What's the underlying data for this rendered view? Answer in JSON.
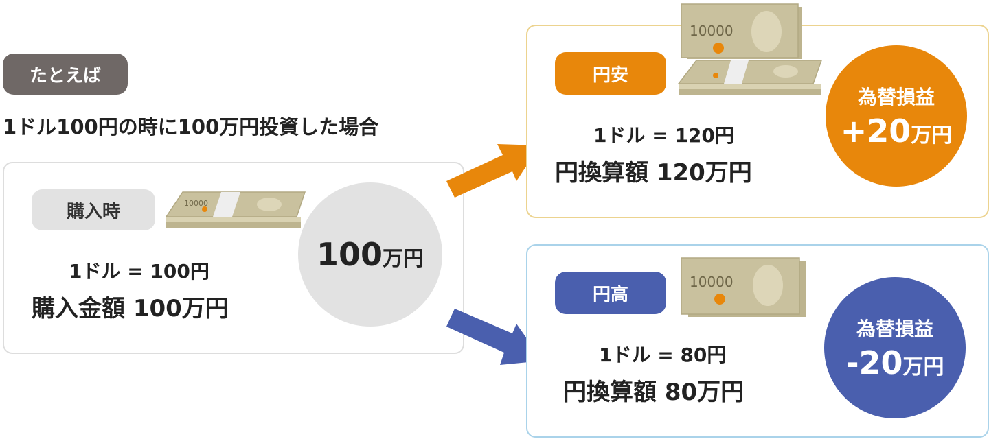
{
  "intro": {
    "tag": "たとえば",
    "description": "1ドル100円の時に100万円投資した場合"
  },
  "purchase": {
    "label": "購入時",
    "rate": "1ドル = 100円",
    "amount": "購入金額 100万円",
    "circle_number": "100",
    "circle_unit": "万円"
  },
  "weak_yen": {
    "label": "円安",
    "rate": "1ドル = 120円",
    "amount": "円換算額 120万円",
    "result_label": "為替損益",
    "result_value": "+20",
    "result_unit": "万円"
  },
  "strong_yen": {
    "label": "円高",
    "rate": "1ドル = 80円",
    "amount": "円換算額 80万円",
    "result_label": "為替損益",
    "result_value": "-20",
    "result_unit": "万円"
  },
  "banknote": {
    "denomination": "10000"
  },
  "colors": {
    "tag": "#6f6866",
    "orange": "#e8870b",
    "blue": "#4a5fae",
    "grey_circle": "#e2e2e2",
    "card_orange_border": "#ecd38f",
    "card_blue_border": "#aad3ea",
    "card_grey_border": "#dddddd",
    "note": "#c9c19e"
  }
}
